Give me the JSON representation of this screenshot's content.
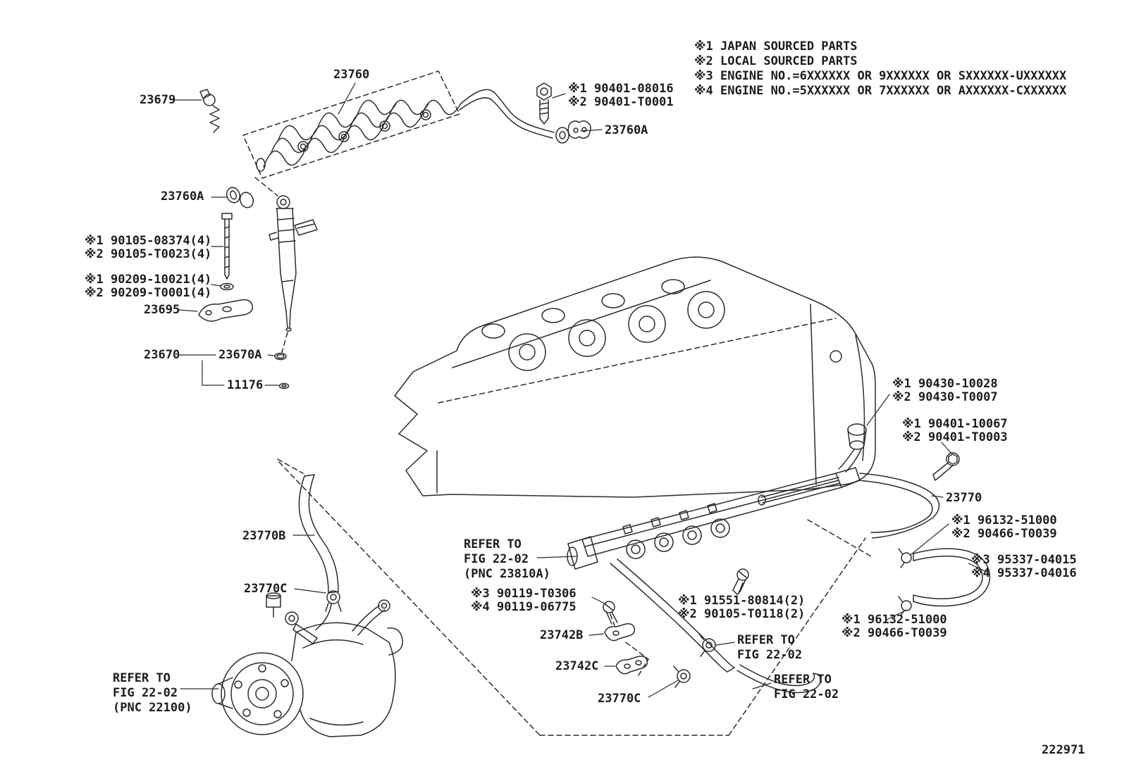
{
  "legend": [
    "※1 JAPAN SOURCED PARTS",
    "※2 LOCAL SOURCED PARTS",
    "※3 ENGINE NO.=6XXXXXX OR 9XXXXXX OR SXXXXXX-UXXXXXX",
    "※4 ENGINE NO.=5XXXXXX OR 7XXXXXX OR AXXXXXX-CXXXXXX"
  ],
  "diagram_number": "222971",
  "callouts": [
    {
      "id": "23679",
      "lines": [
        "23679"
      ]
    },
    {
      "id": "23760",
      "lines": [
        "23760"
      ]
    },
    {
      "id": "90401-08016",
      "lines": [
        "※1 90401-08016",
        "※2 90401-T0001"
      ]
    },
    {
      "id": "23760A-right",
      "lines": [
        "23760A"
      ]
    },
    {
      "id": "23760A-left",
      "lines": [
        "23760A"
      ]
    },
    {
      "id": "90105",
      "lines": [
        "※1 90105-08374(4)",
        "※2 90105-T0023(4)"
      ]
    },
    {
      "id": "90209",
      "lines": [
        "※1 90209-10021(4)",
        "※2 90209-T0001(4)"
      ]
    },
    {
      "id": "23695",
      "lines": [
        "23695"
      ]
    },
    {
      "id": "23670",
      "lines": [
        "23670"
      ]
    },
    {
      "id": "23670A",
      "lines": [
        "23670A"
      ]
    },
    {
      "id": "11176",
      "lines": [
        "11176"
      ]
    },
    {
      "id": "90430",
      "lines": [
        "※1 90430-10028",
        "※2 90430-T0007"
      ]
    },
    {
      "id": "90401-10067",
      "lines": [
        "※1 90401-10067",
        "※2 90401-T0003"
      ]
    },
    {
      "id": "23770",
      "lines": [
        "23770"
      ]
    },
    {
      "id": "23770B",
      "lines": [
        "23770B"
      ]
    },
    {
      "id": "96132-top",
      "lines": [
        "※1 96132-51000",
        "※2 90466-T0039"
      ]
    },
    {
      "id": "95337",
      "lines": [
        "※3 95337-04015",
        "※4 95337-04016"
      ]
    },
    {
      "id": "23770C-left",
      "lines": [
        "23770C"
      ]
    },
    {
      "id": "refer-23810A",
      "lines": [
        "REFER TO",
        "FIG 22-02",
        "(PNC 23810A)"
      ]
    },
    {
      "id": "90119",
      "lines": [
        "※3 90119-T0306",
        "※4 90119-06775"
      ]
    },
    {
      "id": "23742B",
      "lines": [
        "23742B"
      ]
    },
    {
      "id": "91551",
      "lines": [
        "※1 91551-80814(2)",
        "※2 90105-T0118(2)"
      ]
    },
    {
      "id": "96132-bottom",
      "lines": [
        "※1 96132-51000",
        "※2 90466-T0039"
      ]
    },
    {
      "id": "23742C",
      "lines": [
        "23742C"
      ]
    },
    {
      "id": "refer-mid",
      "lines": [
        "REFER TO",
        "FIG 22-02"
      ]
    },
    {
      "id": "23770C-bottom",
      "lines": [
        "23770C"
      ]
    },
    {
      "id": "refer-bottom-right",
      "lines": [
        "REFER TO",
        "FIG 22-02"
      ]
    },
    {
      "id": "refer-pump",
      "lines": [
        "REFER TO",
        "FIG 22-02",
        "(PNC 22100)"
      ]
    }
  ]
}
